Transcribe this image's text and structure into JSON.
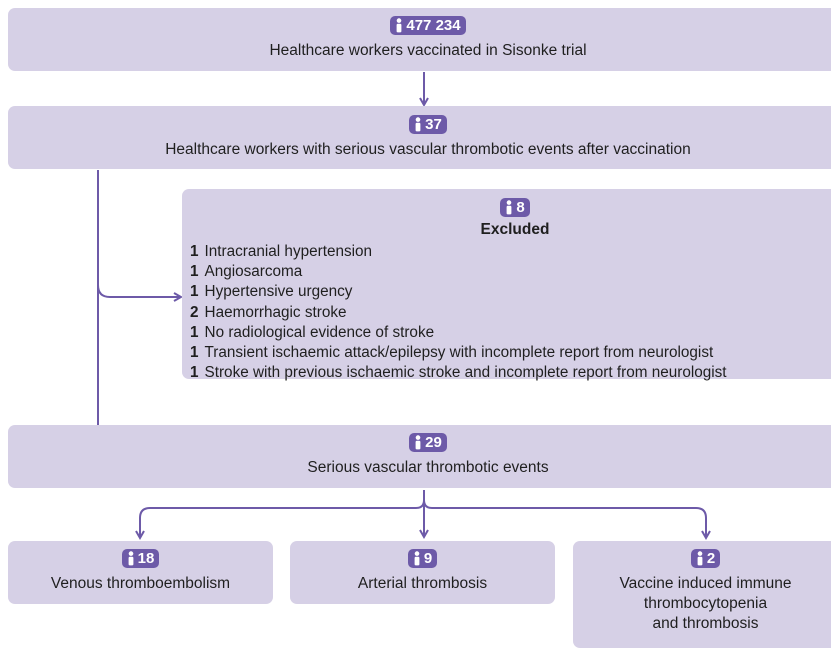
{
  "colors": {
    "box_fill": "#d6d0e6",
    "badge_fill": "#6d5aa8",
    "connector": "#6d5aa8"
  },
  "icon": "person-icon",
  "top": {
    "count": "477 234",
    "label": "Healthcare workers vaccinated in Sisonke trial"
  },
  "events": {
    "count": "37",
    "label": "Healthcare workers with serious vascular thrombotic events after vaccination"
  },
  "excluded": {
    "count": "8",
    "title": "Excluded",
    "reasons": [
      {
        "n": "1",
        "text": "Intracranial hypertension"
      },
      {
        "n": "1",
        "text": "Angiosarcoma"
      },
      {
        "n": "1",
        "text": "Hypertensive urgency"
      },
      {
        "n": "2",
        "text": "Haemorrhagic stroke"
      },
      {
        "n": "1",
        "text": "No radiological evidence of stroke"
      },
      {
        "n": "1",
        "text": "Transient ischaemic attack/epilepsy with incomplete report from neurologist"
      },
      {
        "n": "1",
        "text": "Stroke with previous ischaemic stroke and incomplete report from neurologist"
      }
    ]
  },
  "serious": {
    "count": "29",
    "label": "Serious vascular thrombotic events"
  },
  "venous": {
    "count": "18",
    "label": "Venous thromboembolism"
  },
  "arterial": {
    "count": "9",
    "label": "Arterial thrombosis"
  },
  "vitt": {
    "count": "2",
    "label_lines": [
      "Vaccine induced immune",
      "thrombocytopenia",
      "and thrombosis"
    ]
  }
}
